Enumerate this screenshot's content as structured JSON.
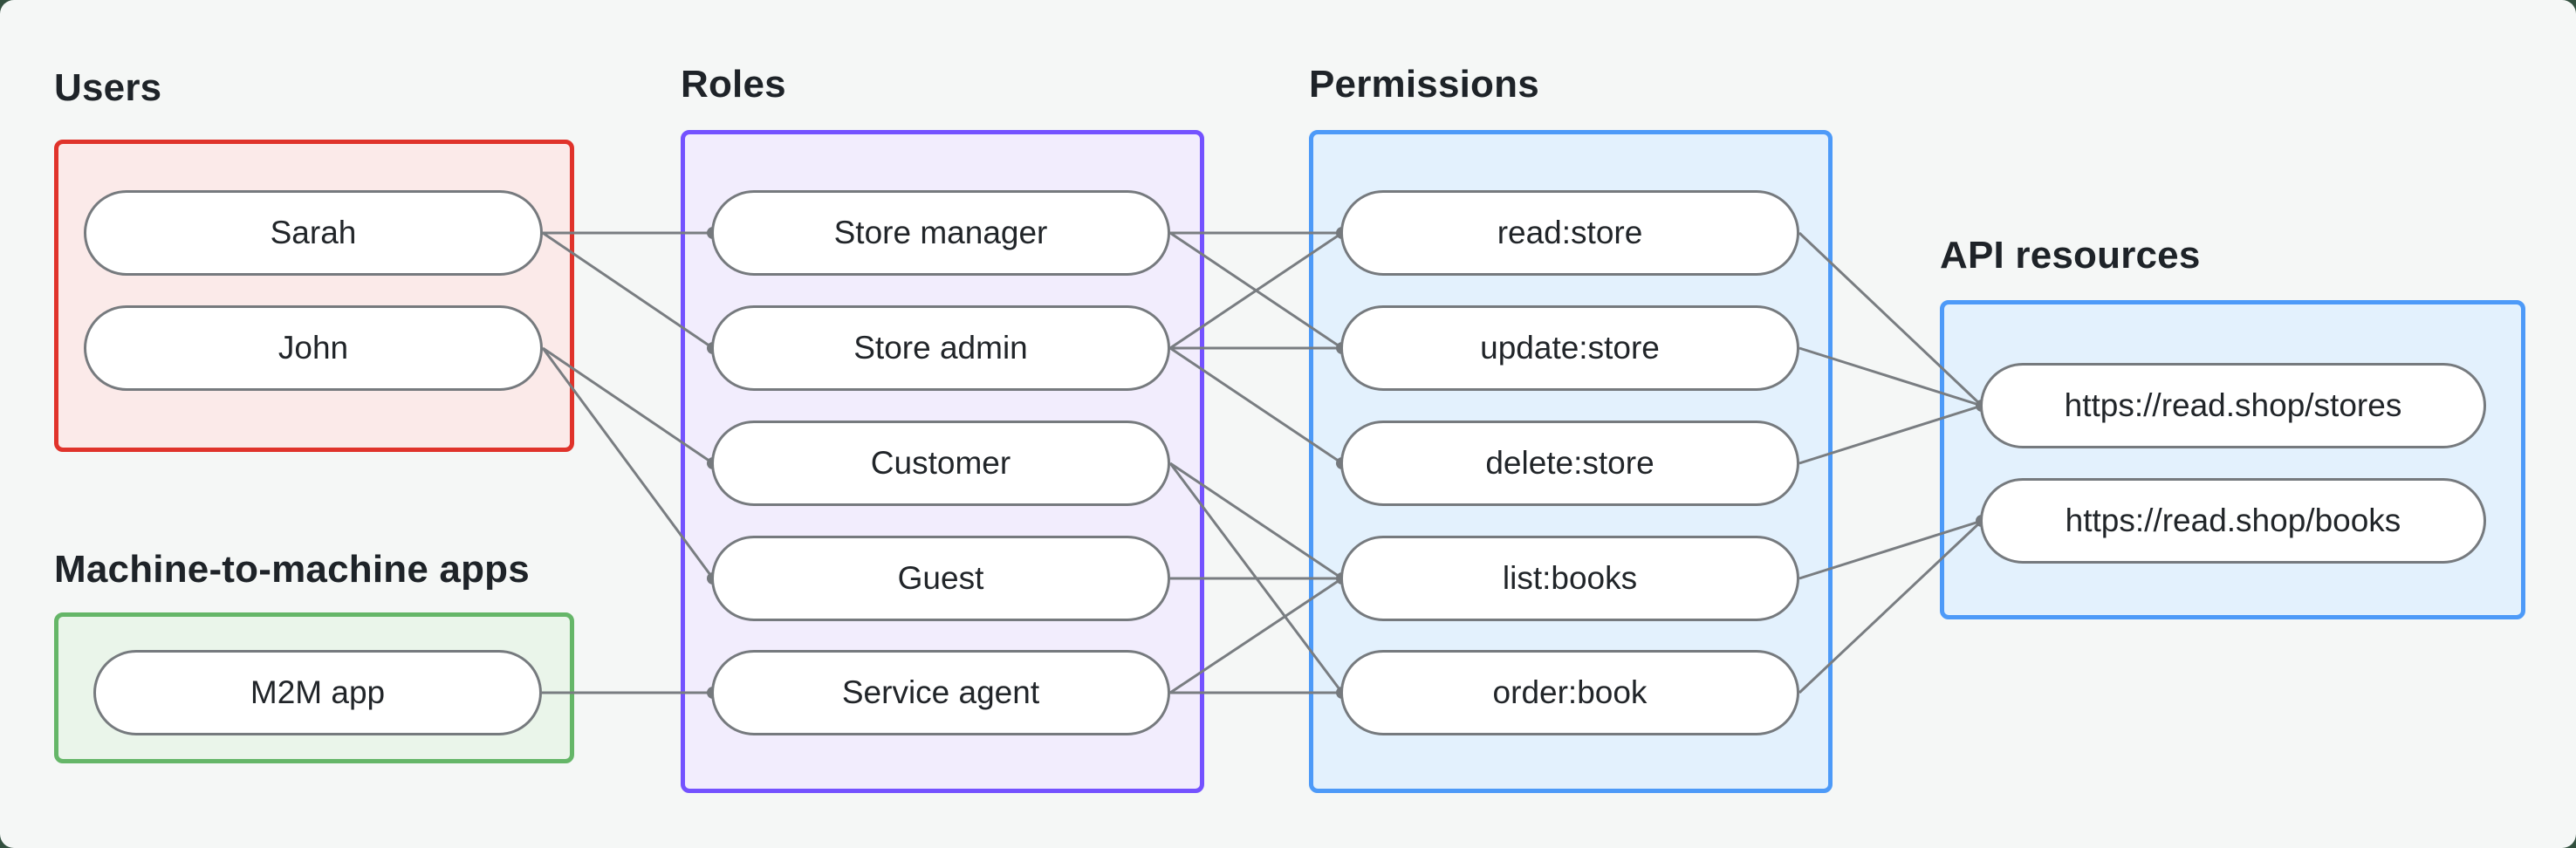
{
  "page": {
    "background": "#33503F",
    "canvas_background": "#F5F7F6"
  },
  "edge_style": {
    "color": "#797D81",
    "dot_color": "#75797D"
  },
  "groups": {
    "users": {
      "label": "Users",
      "border": "#E0332B",
      "fill": "#FBEAE9",
      "nodes": [
        {
          "label": "Sarah"
        },
        {
          "label": "John"
        }
      ]
    },
    "m2m": {
      "label": "Machine-to-machine apps",
      "border": "#65B668",
      "fill": "#EAF5EA",
      "nodes": [
        {
          "label": "M2M app"
        }
      ]
    },
    "roles": {
      "label": "Roles",
      "border": "#7452FF",
      "fill": "#F2EDFD",
      "nodes": [
        {
          "label": "Store manager"
        },
        {
          "label": "Store admin"
        },
        {
          "label": "Customer"
        },
        {
          "label": "Guest"
        },
        {
          "label": "Service agent"
        }
      ]
    },
    "permissions": {
      "label": "Permissions",
      "border": "#4D9AF8",
      "fill": "#E3F1FD",
      "nodes": [
        {
          "label": "read:store"
        },
        {
          "label": "update:store"
        },
        {
          "label": "delete:store"
        },
        {
          "label": "list:books"
        },
        {
          "label": "order:book"
        }
      ]
    },
    "api": {
      "label": "API resources",
      "border": "#4D9AF8",
      "fill": "#E3F1FD",
      "nodes": [
        {
          "label": "https://read.shop/stores"
        },
        {
          "label": "https://read.shop/books"
        }
      ]
    }
  },
  "edges": [
    [
      "Sarah",
      "Store manager"
    ],
    [
      "Sarah",
      "Store admin"
    ],
    [
      "John",
      "Customer"
    ],
    [
      "John",
      "Guest"
    ],
    [
      "M2M app",
      "Service agent"
    ],
    [
      "Store manager",
      "read:store"
    ],
    [
      "Store manager",
      "update:store"
    ],
    [
      "Store admin",
      "read:store"
    ],
    [
      "Store admin",
      "update:store"
    ],
    [
      "Store admin",
      "delete:store"
    ],
    [
      "Customer",
      "list:books"
    ],
    [
      "Customer",
      "order:book"
    ],
    [
      "Guest",
      "list:books"
    ],
    [
      "Service agent",
      "list:books"
    ],
    [
      "Service agent",
      "order:book"
    ],
    [
      "read:store",
      "https://read.shop/stores"
    ],
    [
      "update:store",
      "https://read.shop/stores"
    ],
    [
      "delete:store",
      "https://read.shop/stores"
    ],
    [
      "list:books",
      "https://read.shop/books"
    ],
    [
      "order:book",
      "https://read.shop/books"
    ]
  ]
}
